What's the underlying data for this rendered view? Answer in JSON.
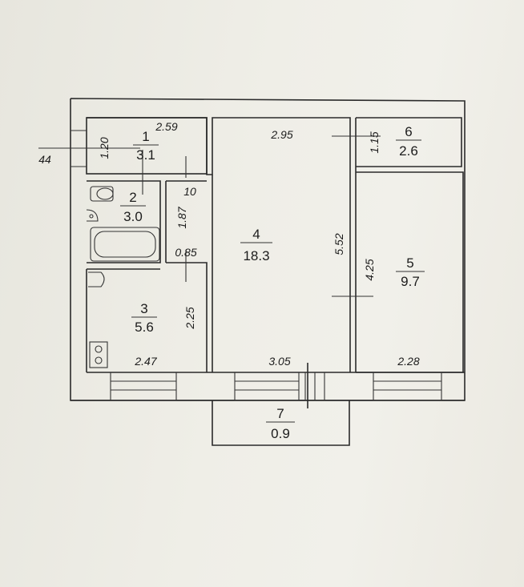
{
  "rooms": [
    {
      "number": "1",
      "area": "3.1"
    },
    {
      "number": "2",
      "area": "3.0"
    },
    {
      "number": "3",
      "area": "5.6"
    },
    {
      "number": "4",
      "area": "18.3"
    },
    {
      "number": "5",
      "area": "9.7"
    },
    {
      "number": "6",
      "area": "2.6"
    },
    {
      "number": "7",
      "area": "0.9"
    }
  ],
  "dimensions": {
    "d_2_59": "2.59",
    "d_1_20": "1.20",
    "d_44": "44",
    "d_2_95": "2.95",
    "d_1_15": "1.15",
    "d_10": "10",
    "d_1_87": "1.87",
    "d_0_85": "0.85",
    "d_5_52": "5.52",
    "d_4_25": "4.25",
    "d_2_25": "2.25",
    "d_2_47": "2.47",
    "d_3_05": "3.05",
    "d_2_28": "2.28"
  }
}
